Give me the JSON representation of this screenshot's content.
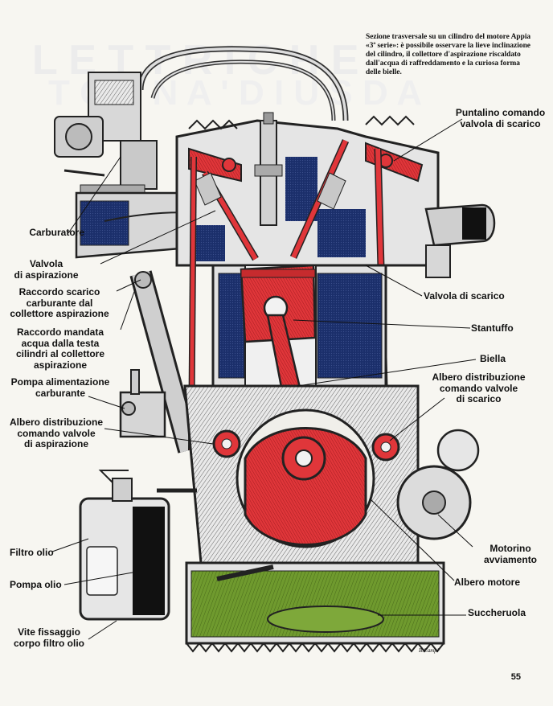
{
  "caption": "Sezione trasversale su un cilindro del motore Appia «3ª serie»: è possibile osservare la lieve inclinazione del cilindro, il collettore d'aspirazione riscaldato dall'acqua di raffreddamento e la curiosa forma delle bielle.",
  "labels": {
    "carburatore": "Carburatore",
    "valvola_aspirazione": "Valvola\ndi aspirazione",
    "raccordo_scarico": "Raccordo scarico\ncarburante dal\ncollettore aspirazione",
    "raccordo_mandata": "Raccordo mandata\nacqua dalla testa\ncilindri al collettore\naspirazione",
    "pompa_alimentazione": "Pompa alimentazione\ncarburante",
    "albero_aspirazione": "Albero distribuzione\ncomando valvole\ndi aspirazione",
    "filtro_olio": "Filtro olio",
    "pompa_olio": "Pompa olio",
    "vite_fissaggio": "Vite fissaggio\ncorpo filtro olio",
    "puntalino": "Puntalino comando\nvalvola di scarico",
    "valvola_scarico": "Valvola di scarico",
    "stantuffo": "Stantuffo",
    "biella": "Biella",
    "albero_scarico": "Albero distribuzione\ncomando valvole\ndi scarico",
    "motorino": "Motorino\navviamento",
    "albero_motore": "Albero motore",
    "succheruola": "Succheruola"
  },
  "signature": "B.Campi",
  "page_number": "55",
  "colors": {
    "red": "#e0363a",
    "blue": "#1b2f6b",
    "green": "#6f9a2e",
    "ink": "#111111",
    "metal": "#cfcfcf",
    "paper": "#f7f6f1"
  }
}
